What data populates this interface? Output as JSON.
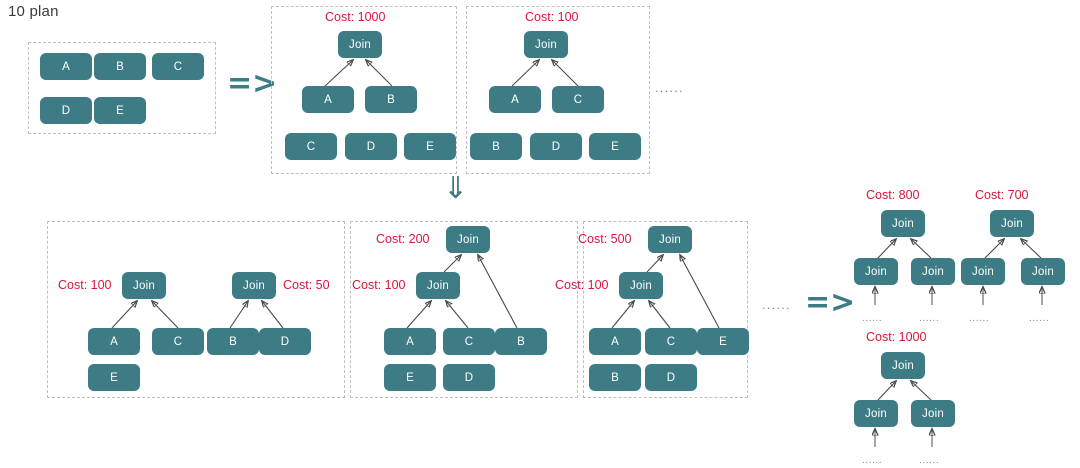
{
  "diagram": {
    "title": "10 plan",
    "colors": {
      "node_fill": "#3d7c85",
      "node_text": "#ffffff",
      "cost_text": "#d4183d",
      "dashed_border": "#bfbfc4",
      "arrow": "#3d7c85"
    },
    "node_label_join": "Join",
    "arrow_right": "=>",
    "arrow_down": "⇓",
    "ellipsis": "......",
    "stage1": {
      "label": "initial-relations",
      "relations": [
        "A",
        "B",
        "C",
        "D",
        "E"
      ]
    },
    "stage2": {
      "plans": [
        {
          "cost": "Cost: 1000",
          "join_children": [
            "A",
            "B"
          ],
          "remaining": [
            "C",
            "D",
            "E"
          ]
        },
        {
          "cost": "Cost: 100",
          "join_children": [
            "A",
            "C"
          ],
          "remaining": [
            "B",
            "D",
            "E"
          ]
        }
      ],
      "more": "......"
    },
    "stage3": {
      "plans": [
        {
          "costs": [
            "Cost: 100",
            "Cost: 50"
          ],
          "left_join_children": [
            "A",
            "C"
          ],
          "right_join_children": [
            "B",
            "D"
          ],
          "remaining": [
            "E"
          ]
        },
        {
          "costs": [
            "Cost: 200",
            "Cost: 100"
          ],
          "top_join_right_child": "B",
          "sub_join_children": [
            "A",
            "C"
          ],
          "remaining": [
            "E",
            "D"
          ]
        },
        {
          "costs": [
            "Cost: 500",
            "Cost: 100"
          ],
          "top_join_right_child": "E",
          "sub_join_children": [
            "A",
            "C"
          ],
          "remaining": [
            "B",
            "D"
          ]
        }
      ],
      "more": "......"
    },
    "stage4": {
      "plans": [
        {
          "cost": "Cost: 800",
          "children": [
            "Join",
            "Join"
          ],
          "leaf_dots": [
            "......",
            "......"
          ]
        },
        {
          "cost": "Cost: 700",
          "children": [
            "Join",
            "Join"
          ],
          "leaf_dots": [
            "......",
            "......"
          ]
        },
        {
          "cost": "Cost: 1000",
          "children": [
            "Join",
            "Join"
          ],
          "leaf_dots": [
            "......",
            "......"
          ]
        }
      ],
      "more_markers": [
        "......",
        "......"
      ]
    }
  }
}
